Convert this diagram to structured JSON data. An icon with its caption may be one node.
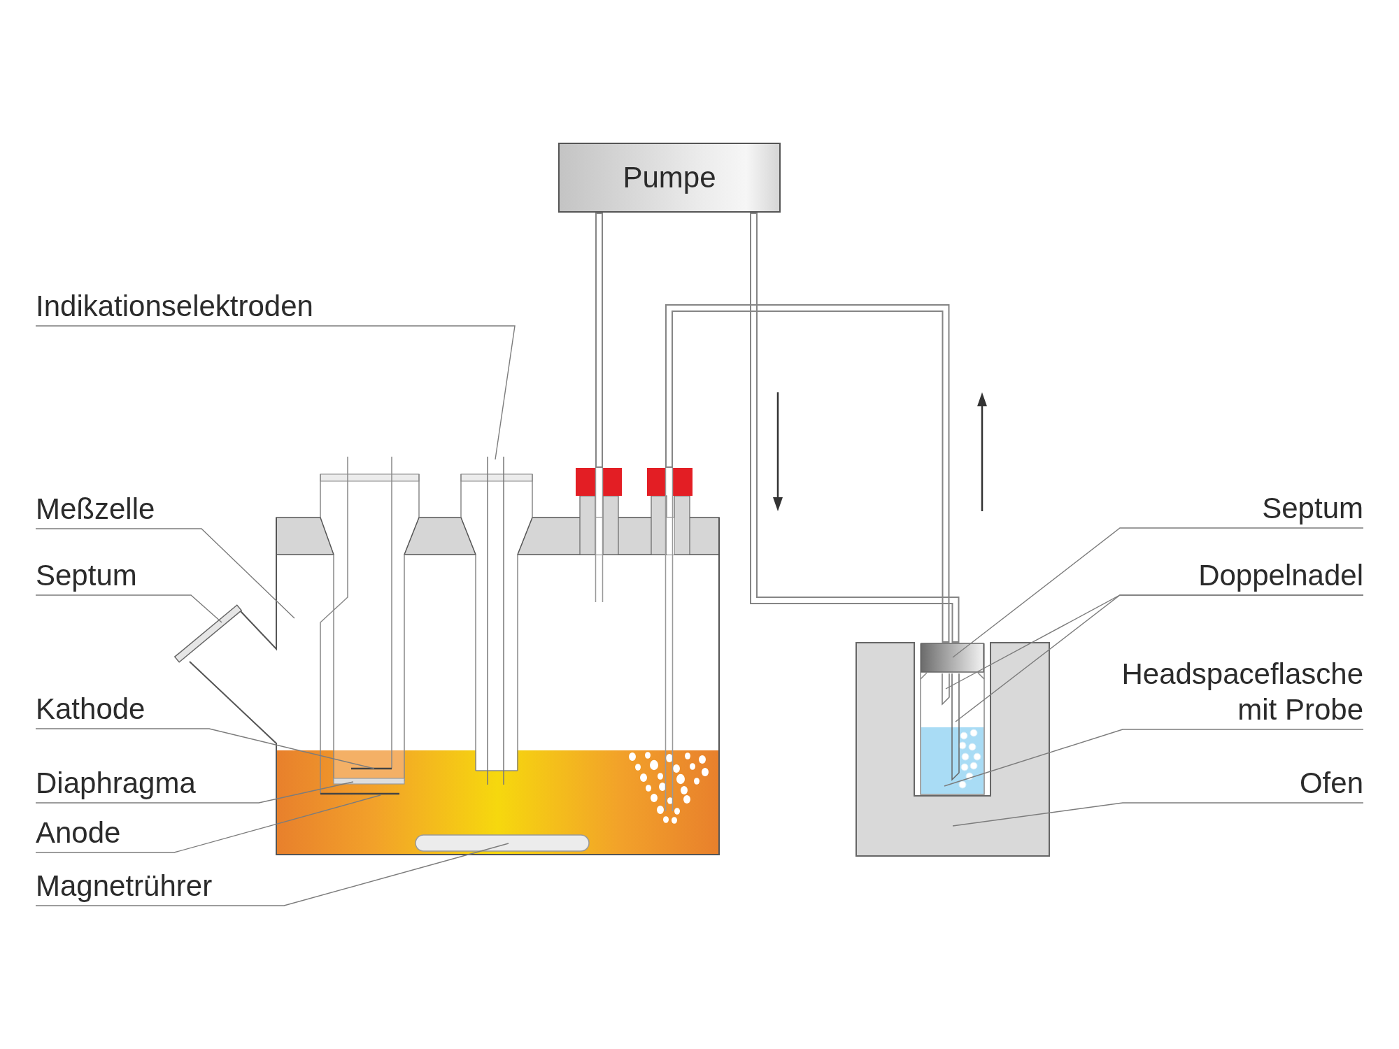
{
  "diagram": {
    "nodes": [
      {
        "text": [
          "Pumpe"
        ]
      },
      {
        "text": [
          "Indikationselektroden"
        ]
      },
      {
        "text": [
          "Meßzelle"
        ]
      },
      {
        "text": [
          "Septum"
        ]
      },
      {
        "text": [
          "Kathode"
        ]
      },
      {
        "text": [
          "Diaphragma"
        ]
      },
      {
        "text": [
          "Anode"
        ]
      },
      {
        "text": [
          "Magnetrührer"
        ]
      },
      {
        "text": [
          "Septum"
        ]
      },
      {
        "text": [
          "Doppelnadel"
        ]
      },
      {
        "text": [
          "Headspaceflasche mit Probe"
        ]
      },
      {
        "text": [
          "Ofen"
        ]
      },
      {
        "text": [],
        "shape": "picture"
      },
      {
        "text": [],
        "shape": "bar",
        "in": 12
      },
      {
        "text": [],
        "shape": "bar",
        "in": 12
      },
      {
        "text": [],
        "shape": "bar",
        "in": 12
      },
      {
        "text": [],
        "shape": "bar",
        "in": 12
      },
      {
        "text": [],
        "shape": "bar",
        "in": 12
      },
      {
        "text": [],
        "shape": "bar",
        "in": 12
      },
      {
        "text": [],
        "shape": "box"
      },
      {
        "text": [],
        "shape": "picture",
        "in": 19
      },
      {
        "text": [],
        "shape": "box",
        "in": 20
      },
      {
        "text": [],
        "shape": "bar",
        "in": 20
      },
      {
        "text": [],
        "shape": "bar",
        "in": 20
      }
    ],
    "edges": [
      {
        "from": 1,
        "to": 13,
        "arrow": "none"
      },
      {
        "from": 2,
        "to": 12,
        "arrow": "none"
      },
      {
        "from": 3,
        "to": 14,
        "arrow": "none"
      },
      {
        "from": 4,
        "to": 15,
        "arrow": "none"
      },
      {
        "from": 5,
        "to": 16,
        "arrow": "none"
      },
      {
        "from": 6,
        "to": 17,
        "arrow": "none"
      },
      {
        "from": 7,
        "to": 18,
        "arrow": "none"
      },
      {
        "from": 8,
        "to": 21,
        "arrow": "none"
      },
      {
        "from": 9,
        "to": 22,
        "arrow": "none"
      },
      {
        "from": 9,
        "to": 23,
        "arrow": "none"
      },
      {
        "from": 10,
        "to": 20,
        "arrow": "none"
      },
      {
        "from": 11,
        "to": 19,
        "arrow": "none"
      },
      {
        "from": 0,
        "to": 12,
        "arrow": "none",
        "style": "thick"
      },
      {
        "from": 0,
        "to": 21,
        "arrow": "none",
        "style": "thick"
      },
      {
        "from": 21,
        "to": 12,
        "arrow": "none",
        "style": "thick"
      }
    ]
  }
}
